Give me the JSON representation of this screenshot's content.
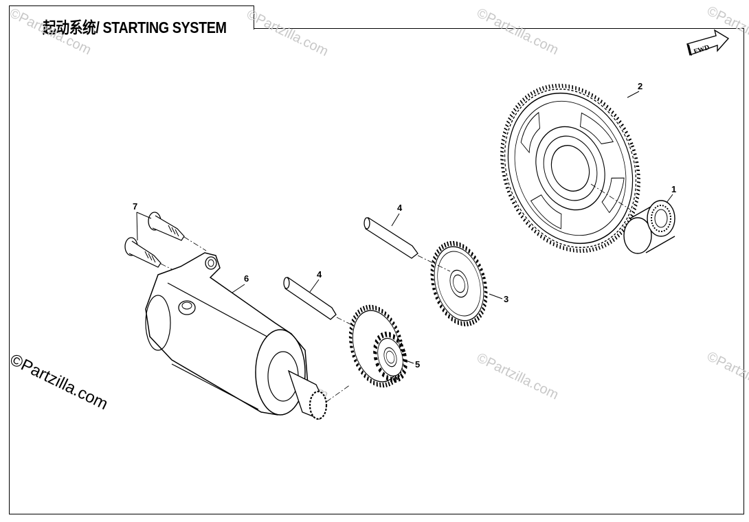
{
  "title": "起动系统/ STARTING SYSTEM",
  "watermark": "©Partzilla.com",
  "fwd_label": "FWD",
  "callouts": [
    {
      "label": "1",
      "part": "bearing"
    },
    {
      "label": "2",
      "part": "large-gear"
    },
    {
      "label": "3",
      "part": "gear"
    },
    {
      "label": "4",
      "part": "shaft"
    },
    {
      "label": "4",
      "part": "shaft"
    },
    {
      "label": "5",
      "part": "double-gear"
    },
    {
      "label": "6",
      "part": "starter-motor"
    },
    {
      "label": "7",
      "part": "bolt"
    }
  ],
  "colors": {
    "line": "#000000",
    "watermark": "#c8c8c8",
    "background": "#ffffff"
  }
}
